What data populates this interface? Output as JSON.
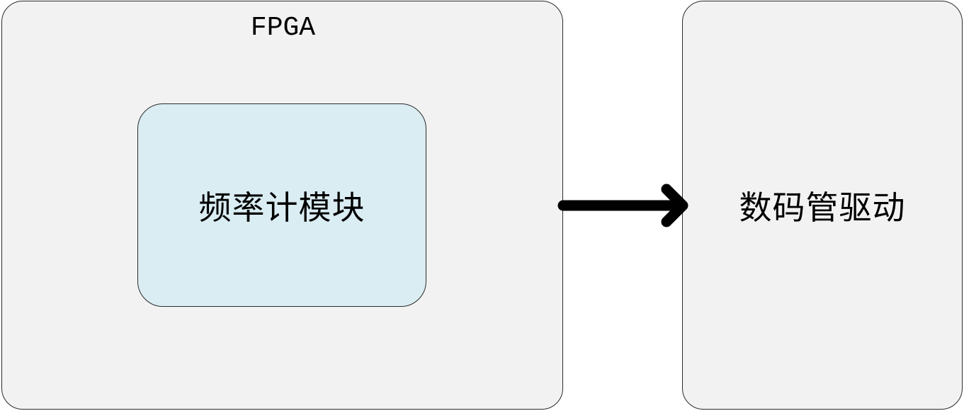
{
  "diagram": {
    "fpga_block": {
      "label": "FPGA"
    },
    "frequency_counter_block": {
      "label": "频率计模块"
    },
    "display_driver_block": {
      "label": "数码管驱动"
    },
    "connections": [
      {
        "from": "fpga_block",
        "to": "display_driver_block",
        "style": "thick-arrow"
      }
    ],
    "colors": {
      "outer_fill": "#f2f2f2",
      "inner_fill": "#daedf3",
      "stroke": "#2b2b2b",
      "arrow": "#000000"
    }
  }
}
